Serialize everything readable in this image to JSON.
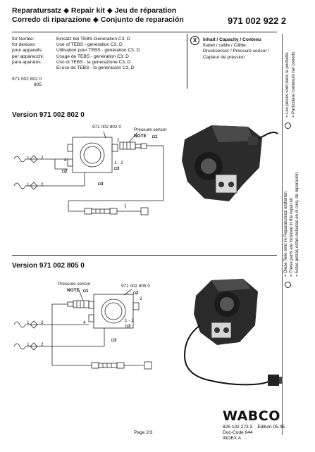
{
  "header": {
    "title_line1": "Reparatursatz ◆ Repair kit ◆ Jeu de réparation",
    "title_line2": "Corredo di riparazione ◆ Conjunto de reparación",
    "part_number": "971 002 922 2"
  },
  "use": {
    "labels": [
      "für Geräte:",
      "for devices:",
      "pour appareils:",
      "per apparecchi:",
      "para aparatos:"
    ],
    "descriptions": [
      "Einsatz bei TEBS-Generation C3, D",
      "Use of TEBS - generation C3, D",
      "Utilisation pour TEBS - génération C3, D",
      "Usage de TEBS - génération C3, D",
      "Uso di TEBS - la generazione C3, D",
      "El uso de TEBS - la generación C3, D"
    ],
    "device_number": "971 002 802 0",
    "device_number_suffix": "805"
  },
  "contents": {
    "symbol": "X",
    "heading": "Inhalt / Capacity / Contenu",
    "lines": [
      "Kabel / cable / Câble",
      "Drucksensor / Pressure sensor /",
      "Capteur de pression"
    ]
  },
  "side_notes": {
    "top_1": "= Les pièces sont dans la pochette",
    "top_2": "= Particolare contenuto nel corredo",
    "bottom_1": "= Diese Teile sind im Reparatursatz enthalten",
    "bottom_2": "= These parts are included in the repair kit",
    "bottom_3": "= Estas piezas están incluidas en el conj. de reparación"
  },
  "version1": {
    "heading": "Version 971 002 802 0",
    "device": "971 002 802 0",
    "sensor": "Pressure sensor",
    "note": "NOTE",
    "ports": [
      "2",
      "4",
      "1 - 2",
      "2",
      "1",
      "2",
      "1"
    ],
    "torque": [
      "1",
      "2",
      "3",
      "3"
    ]
  },
  "version2": {
    "heading": "Version 971 002 805 0",
    "device": "971 002 805 0",
    "sensor": "Pressure sensor",
    "note": "NOTE",
    "ports": [
      "2",
      "4",
      "1 - 2",
      "2",
      "1",
      "2",
      "1"
    ],
    "torque": [
      "1",
      "2",
      "3",
      "3"
    ]
  },
  "footer": {
    "page": "Page 2/3",
    "brand": "WABCO",
    "doc_number": "826 102 273 3",
    "edition": "Edition  05.05",
    "doc_code": "Doc-Code 644",
    "index": "INDEX A"
  }
}
